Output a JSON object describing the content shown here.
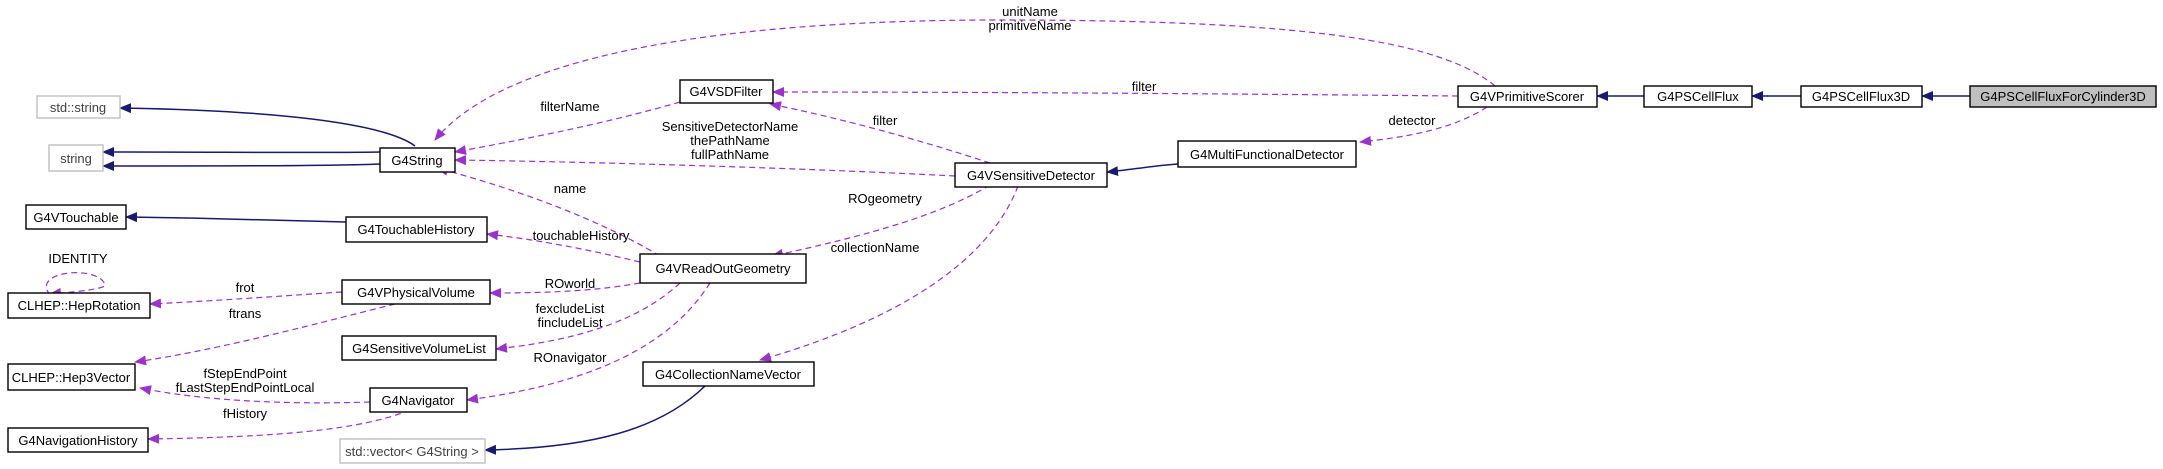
{
  "nodes": {
    "focus": "G4PSCellFluxForCylinder3D",
    "cellflux3d": "G4PSCellFlux3D",
    "cellflux": "G4PSCellFlux",
    "primscorer": "G4VPrimitiveScorer",
    "multifunc": "G4MultiFunctionalDetector",
    "sensdet": "G4VSensitiveDetector",
    "sdfilter": "G4VSDFilter",
    "g4string": "G4String",
    "stdstring": "std::string",
    "string": "string",
    "vtouchable": "G4VTouchable",
    "touchhist": "G4TouchableHistory",
    "readout": "G4VReadOutGeometry",
    "hepro": "CLHEP::HepRotation",
    "physvol": "G4VPhysicalVolume",
    "sensvollist": "G4SensitiveVolumeList",
    "hep3v": "CLHEP::Hep3Vector",
    "navigator": "G4Navigator",
    "collname": "G4CollectionNameVector",
    "navhist": "G4NavigationHistory",
    "stdvector": "std::vector< G4String >"
  },
  "edge_labels": {
    "unitname": [
      "unitName",
      "primitiveName"
    ],
    "filter_top": "filter",
    "filtername": "filterName",
    "detector": "detector",
    "filter_mid": "filter",
    "sdnames": [
      "SensitiveDetectorName",
      "thePathName",
      "fullPathName"
    ],
    "name": "name",
    "rogeometry": "ROgeometry",
    "touchablehistory": "touchableHistory",
    "collectionname": "collectionName",
    "identity": "IDENTITY",
    "frot": "frot",
    "roworld": "ROworld",
    "ftrans": "ftrans",
    "includelist": [
      "fexcludeList",
      "fincludeList"
    ],
    "ronavigator": "ROnavigator",
    "stependpoint": [
      "fStepEndPoint",
      "fLastStepEndPointLocal"
    ],
    "fhistory": "fHistory"
  },
  "colors": {
    "inheritance": "#191970",
    "usage": "#9a32cd",
    "focus_fill": "#bfbfbf",
    "external_border": "#bfbfbf"
  }
}
